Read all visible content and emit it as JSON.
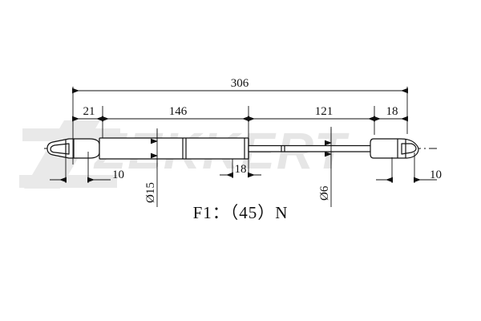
{
  "drawing": {
    "type": "gas-spring-technical-drawing",
    "watermark": "ZEKKERT",
    "force_label": "F1：（45）N",
    "background_color": "#ffffff",
    "line_color": "#111111",
    "watermark_color": "#e6e6e6",
    "dimensions": {
      "overall": {
        "label": "306",
        "value": 306,
        "unit": "mm"
      },
      "chain": [
        {
          "label": "21",
          "value": 21
        },
        {
          "label": "146",
          "value": 146
        },
        {
          "label": "121",
          "value": 121
        },
        {
          "label": "18",
          "value": 18
        }
      ],
      "below": [
        {
          "name": "left-eyelet-width",
          "label": "10",
          "value": 10
        },
        {
          "name": "cylinder-end-band",
          "label": "18",
          "value": 18
        },
        {
          "name": "right-eyelet-width",
          "label": "10",
          "value": 10
        }
      ],
      "diameters": [
        {
          "name": "cylinder-diameter",
          "label": "Ø15",
          "value": 15
        },
        {
          "name": "rod-diameter",
          "label": "Ø6",
          "value": 6
        }
      ]
    }
  }
}
